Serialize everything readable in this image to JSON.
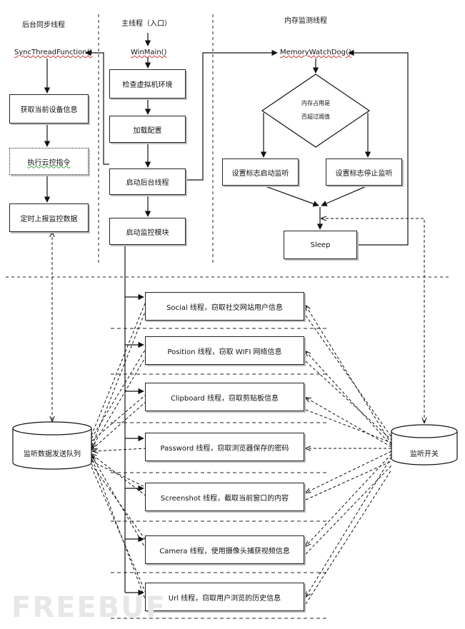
{
  "titles": {
    "backend": "后台同步线程",
    "main": "主线程（入口）",
    "memory": "内存监测线程"
  },
  "functions": {
    "sync": "SyncThreadFunction()",
    "winmain": "WinMain()",
    "watchdog": "MemoryWatchDog()"
  },
  "main_steps": {
    "check_vm": "检查虚拟机环境",
    "load_config": "加载配置",
    "start_backend": "启动后台线程",
    "start_monitor": "启动监控模块"
  },
  "backend_steps": {
    "get_device_info": "获取当前设备信息",
    "exec_cloud_cmd": "执行云控指令",
    "report_data": "定时上报监控数据"
  },
  "memory_steps": {
    "decision_line1": "内存占用是",
    "decision_line2": "否超过阈值",
    "set_start": "设置标志启动监听",
    "set_stop": "设置标志停止监听",
    "sleep": "Sleep"
  },
  "monitor_threads": [
    "Social 线程，窃取社交网站用户信息",
    "Position 线程，窃取 WIFI 网络信息",
    "Clipboard 线程，窃取剪贴板信息",
    "Password 线程，窃取浏览器保存的密码",
    "Screenshot 线程，截取当前窗口的内容",
    "Camera 线程，使用摄像头捕获视频信息",
    "Url 线程，窃取用户浏览的历史信息"
  ],
  "stores": {
    "send_queue": "监听数据发送队列",
    "switch": "监听开关"
  },
  "watermark": "FREEBUF",
  "colors": {
    "line": "#111111",
    "shadow": "#bdbdbd"
  }
}
